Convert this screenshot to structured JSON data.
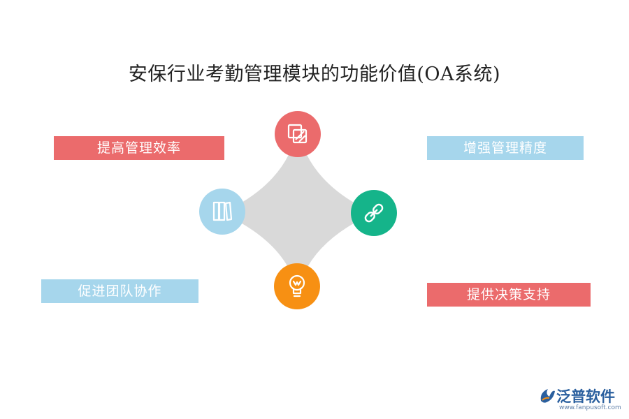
{
  "title": "安保行业考勤管理模块的功能价值(OA系统)",
  "nodes": [
    {
      "label": "提高管理效率",
      "color": "#eb6b6c",
      "icon": "layers-icon"
    },
    {
      "label": "增强管理精度",
      "color": "#a6d6ec",
      "icon": "books-icon"
    },
    {
      "label": "促进团队协作",
      "color": "#a6d6ec",
      "icon": "link-icon"
    },
    {
      "label": "提供决策支持",
      "color": "#eb6b6c",
      "icon": "lightbulb-icon"
    }
  ],
  "circle_colors": {
    "top": "#eb6b6c",
    "left": "#a6d6ec",
    "right": "#15b48a",
    "bottom": "#f79013"
  },
  "logo": {
    "name": "泛普软件",
    "url": "www.fanpusoft.com"
  }
}
